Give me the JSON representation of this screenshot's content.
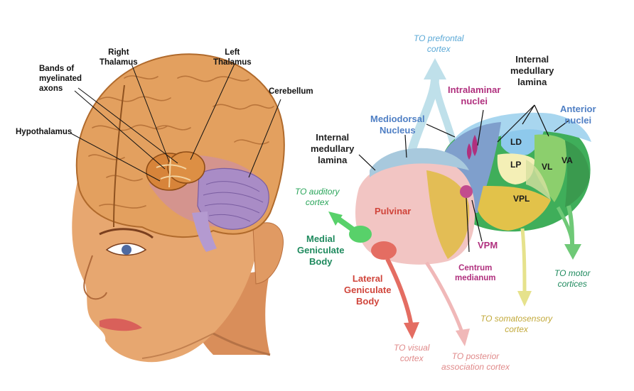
{
  "head_labels": {
    "right_thalamus": "Right\nThalamus",
    "left_thalamus": "Left\nThalamus",
    "bands": "Bands of\nmyelinated\naxons",
    "cerebellum": "Cerebellum",
    "hypothalamus": "Hypothalamus"
  },
  "thalamus_labels": {
    "prefrontal": "TO prefrontal\ncortex",
    "internal_lamina_top": "Internal\nmedullary\nlamina",
    "intralaminar": "Intralaminar\nnuclei",
    "mediodorsal": "Mediodorsal\nNucleus",
    "anterior": "Anterior\nnuclei",
    "internal_lamina_left": "Internal\nmedullary\nlamina",
    "auditory": "TO auditory\ncortex",
    "pulvinar": "Pulvinar",
    "medial_geniculate": "Medial\nGeniculate\nBody",
    "lateral_geniculate": "Lateral\nGeniculate\nBody",
    "vpm": "VPM",
    "centrum": "Centrum\nmedianum",
    "motor": "TO motor\ncortices",
    "somatosensory": "TO somatosensory\ncortex",
    "visual": "TO visual\ncortex",
    "posterior": "TO posterior\nassociation cortex",
    "ld": "LD",
    "lp": "LP",
    "vl": "VL",
    "va": "VA",
    "vpl": "VPL"
  },
  "colors": {
    "skin": "#e7a770",
    "brain": "#e3a05f",
    "thalamus": "#d7843a",
    "pulvinar": "#f2c5c3",
    "mediodorsal": "#8aa9d1",
    "anterior": "#a8d6ef",
    "lateral_dark": "#3fae5a",
    "lateral_light": "#b8d988",
    "vpl": "#e2c24a",
    "auditory": "#58d16a",
    "geniculate_lat": "#e46d62"
  }
}
